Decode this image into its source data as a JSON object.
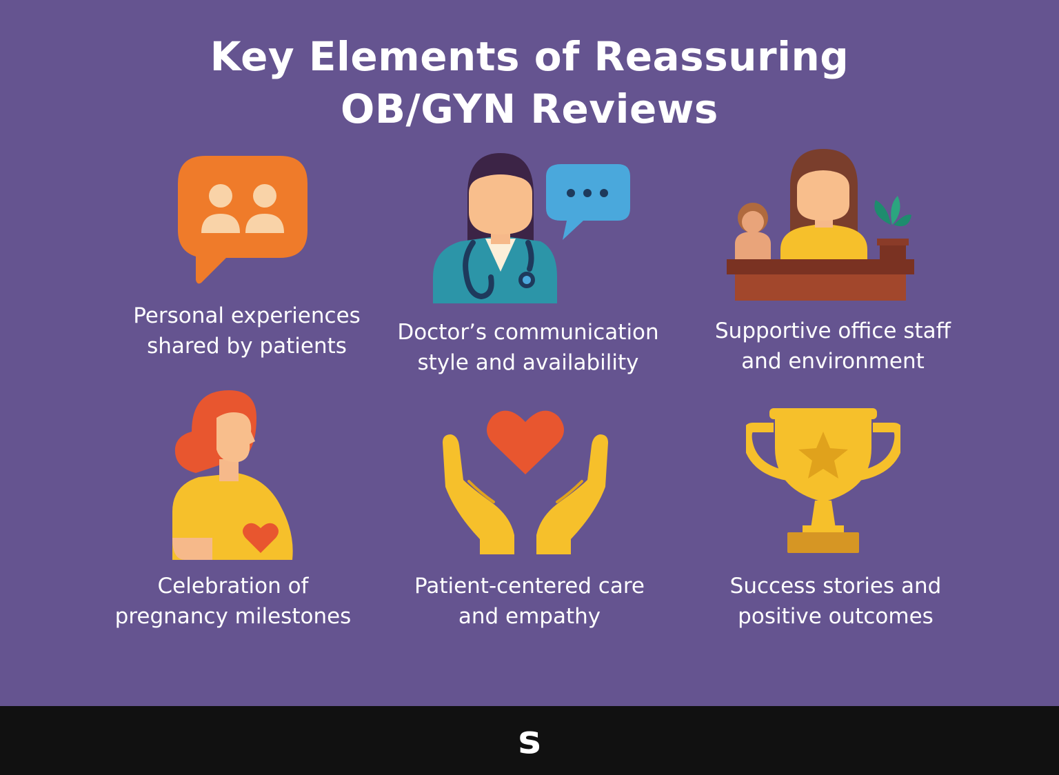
{
  "title": {
    "line1": "Key Elements of Reassuring",
    "line2": "OB/GYN Reviews"
  },
  "items": [
    {
      "icon": "chat-bubble-people-icon",
      "line1": "Personal experiences",
      "line2": "shared by patients"
    },
    {
      "icon": "doctor-speech-bubble-icon",
      "line1": "Doctor’s communication",
      "line2": "style and availability"
    },
    {
      "icon": "office-staff-desk-icon",
      "line1": "Supportive office staff",
      "line2": "and environment"
    },
    {
      "icon": "pregnant-woman-icon",
      "line1": "Celebration of",
      "line2": "pregnancy milestones"
    },
    {
      "icon": "hands-heart-icon",
      "line1": "Patient-centered care",
      "line2": "and empathy"
    },
    {
      "icon": "trophy-star-icon",
      "line1": "Success stories and",
      "line2": "positive outcomes"
    }
  ],
  "footer": {
    "logo": "s"
  },
  "colors": {
    "background": "#655490",
    "footer": "#111111",
    "orange": "#EF7B2A",
    "blue": "#4AA8DC",
    "teal": "#2C95A8",
    "yellow": "#F6C02B",
    "red": "#E8562F"
  }
}
